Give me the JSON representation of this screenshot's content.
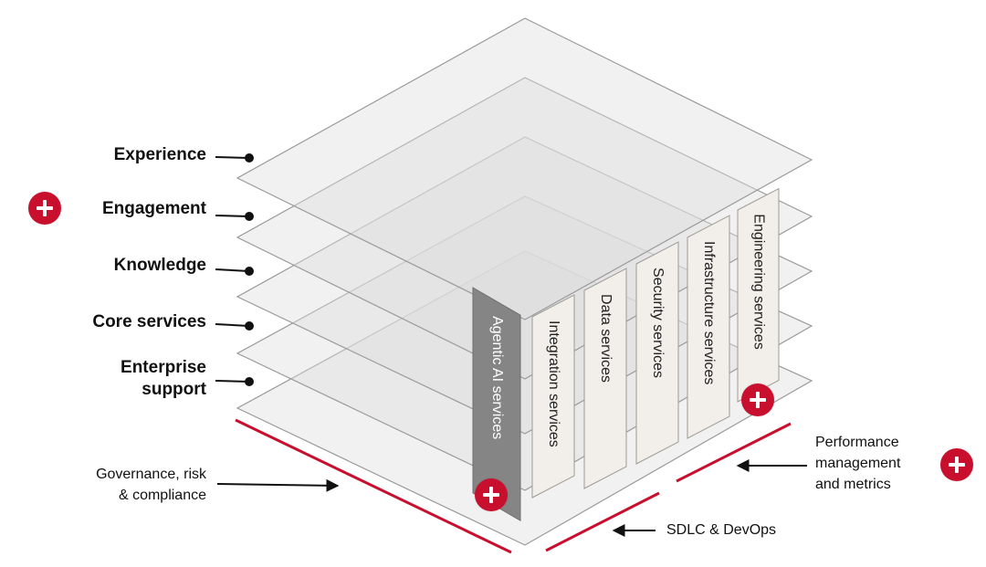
{
  "layers": [
    "Experience",
    "Engagement",
    "Knowledge",
    "Core services",
    "Enterprise support"
  ],
  "enterprise_support_lines": [
    "Enterprise",
    "support"
  ],
  "pillars": [
    {
      "label": "Agentic AI services",
      "highlight": true
    },
    {
      "label": "Integration services",
      "highlight": false
    },
    {
      "label": "Data services",
      "highlight": false
    },
    {
      "label": "Security services",
      "highlight": false
    },
    {
      "label": "Infrastructure services",
      "highlight": false
    },
    {
      "label": "Engineering services",
      "highlight": false
    }
  ],
  "annotations": {
    "governance": [
      "Governance, risk",
      "& compliance"
    ],
    "sdlc": "SDLC & DevOps",
    "performance": [
      "Performance",
      "management",
      "and metrics"
    ]
  },
  "plus_markers": [
    "engagement",
    "agentic-ai-services",
    "engineering-services",
    "performance-management"
  ],
  "colors": {
    "accent": "#c8102e",
    "plane_fill": "#dddddd",
    "plane_stroke": "#9a9a9a",
    "pillar_fill": "#f2eee9",
    "pillar_dark": "#858585",
    "text": "#111111"
  }
}
